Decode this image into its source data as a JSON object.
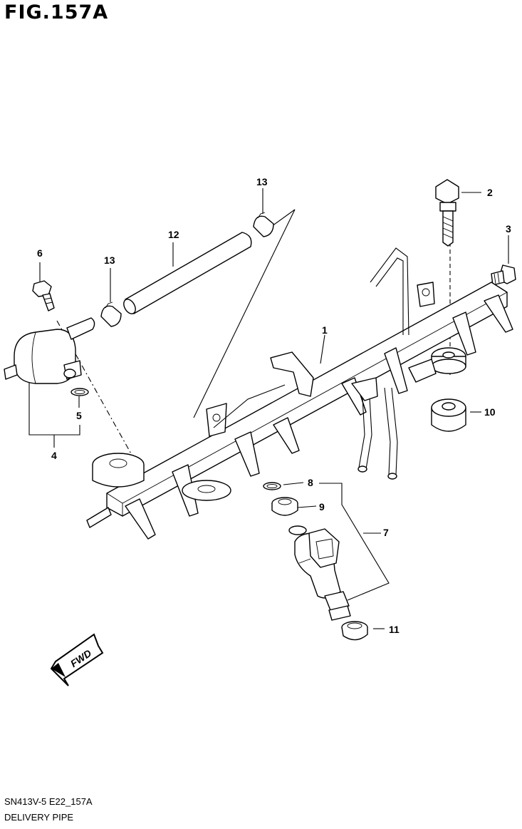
{
  "header": {
    "title": "FIG.157A"
  },
  "footer": {
    "code": "SN413V-5 E22_157A",
    "name": "DELIVERY PIPE"
  },
  "fwd_label": "FWD",
  "callouts": {
    "c1": "1",
    "c2": "2",
    "c3": "3",
    "c4": "4",
    "c5": "5",
    "c6": "6",
    "c7": "7",
    "c8": "8",
    "c9": "9",
    "c10": "10",
    "c11": "11",
    "c12": "12",
    "c13a": "13",
    "c13b": "13"
  }
}
